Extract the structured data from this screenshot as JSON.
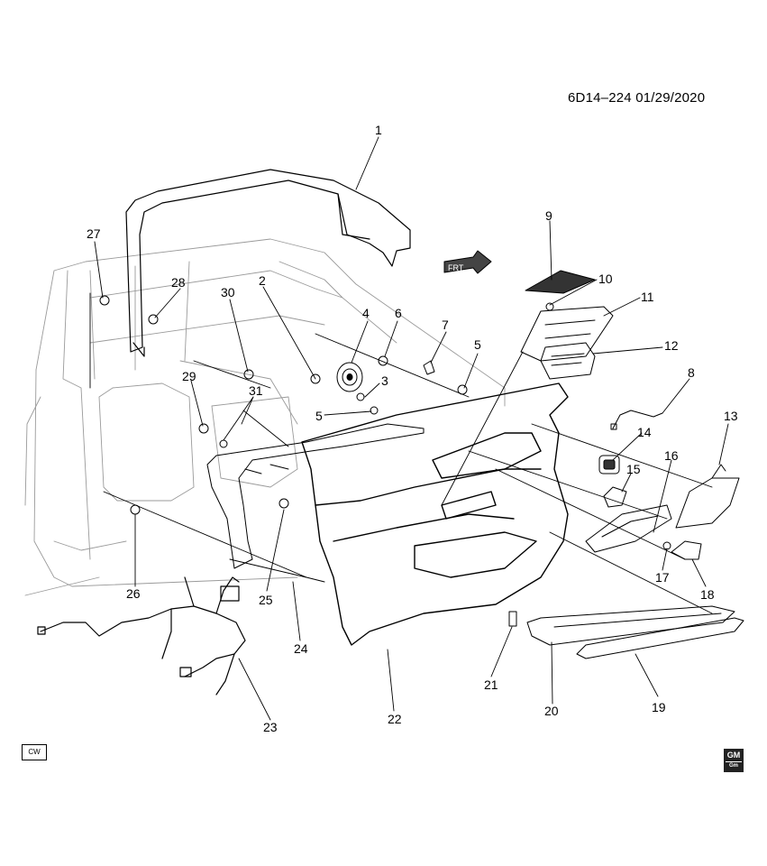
{
  "doc_id": "6D14–224  01/29/2020",
  "front_arrow_label": "FRT",
  "cw_label": "CW",
  "gm_logo_text": "GM",
  "gm_logo_sub": "Gm",
  "callouts": [
    {
      "num": "1"
    },
    {
      "num": "2"
    },
    {
      "num": "3"
    },
    {
      "num": "4"
    },
    {
      "num": "5"
    },
    {
      "num": "5"
    },
    {
      "num": "5"
    },
    {
      "num": "6"
    },
    {
      "num": "7"
    },
    {
      "num": "8"
    },
    {
      "num": "9"
    },
    {
      "num": "10"
    },
    {
      "num": "11"
    },
    {
      "num": "12"
    },
    {
      "num": "13"
    },
    {
      "num": "14"
    },
    {
      "num": "15"
    },
    {
      "num": "16"
    },
    {
      "num": "17"
    },
    {
      "num": "18"
    },
    {
      "num": "19"
    },
    {
      "num": "20"
    },
    {
      "num": "21"
    },
    {
      "num": "22"
    },
    {
      "num": "23"
    },
    {
      "num": "24"
    },
    {
      "num": "25"
    },
    {
      "num": "26"
    },
    {
      "num": "27"
    },
    {
      "num": "28"
    },
    {
      "num": "29"
    },
    {
      "num": "30"
    },
    {
      "num": "31"
    }
  ]
}
